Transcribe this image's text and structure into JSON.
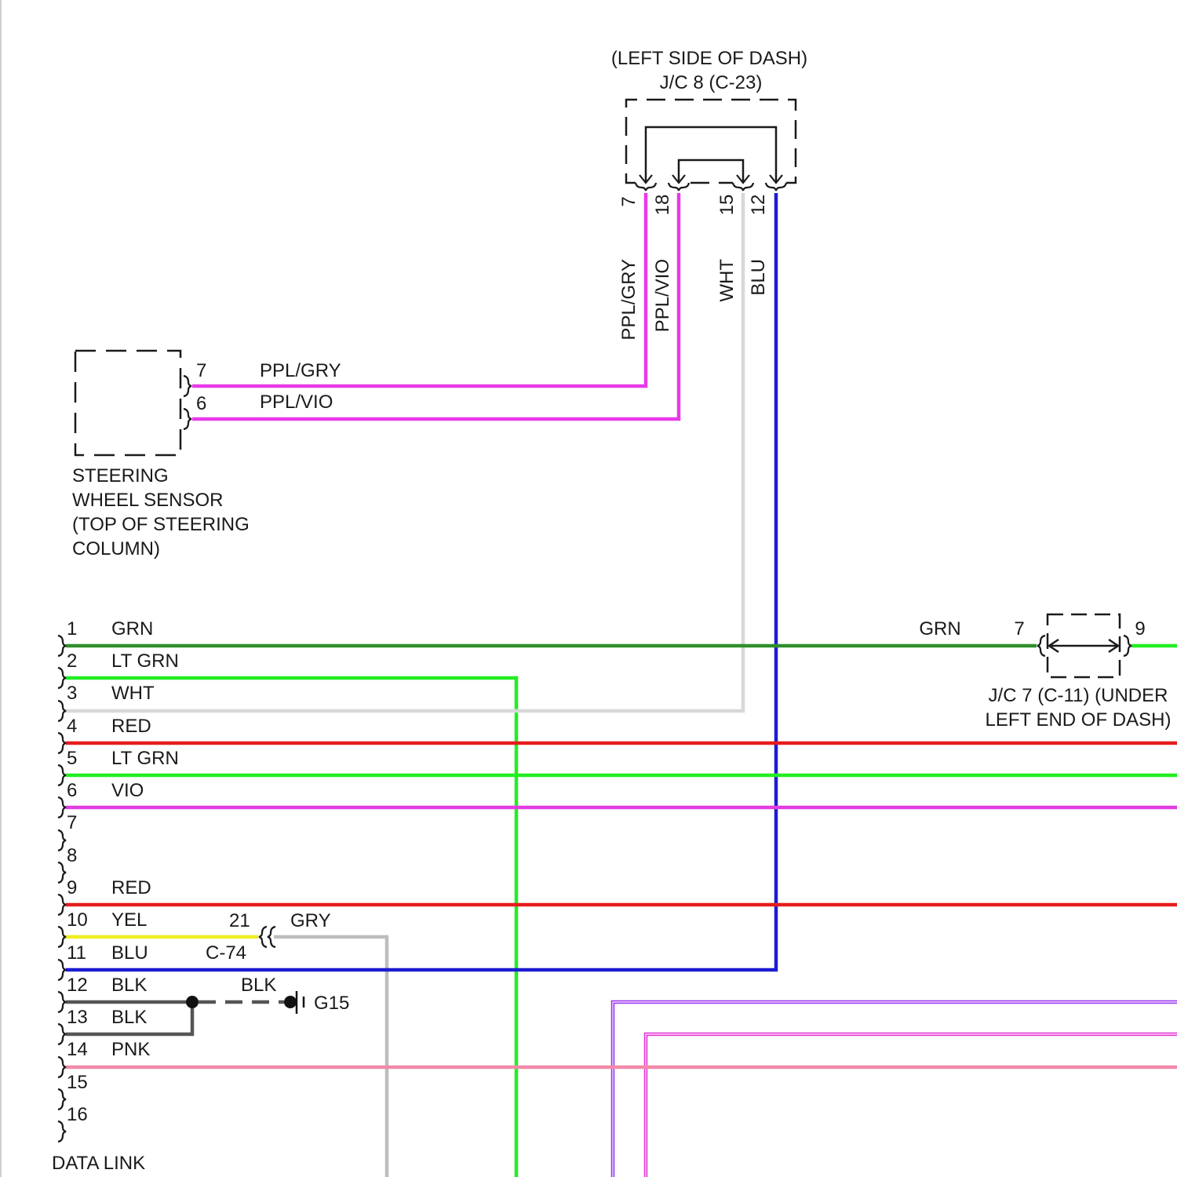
{
  "jc8": {
    "location": "(LEFT SIDE OF DASH)",
    "name": "J/C 8 (C-23)",
    "pins": [
      {
        "pin": "7",
        "wire": "PPL/GRY"
      },
      {
        "pin": "18",
        "wire": "PPL/VIO"
      },
      {
        "pin": "15",
        "wire": "WHT"
      },
      {
        "pin": "12",
        "wire": "BLU"
      }
    ]
  },
  "steering_wheel_sensor": {
    "pins": [
      {
        "pin": "7",
        "wire": "PPL/GRY"
      },
      {
        "pin": "6",
        "wire": "PPL/VIO"
      }
    ],
    "caption": [
      "STEERING",
      "WHEEL SENSOR",
      "(TOP OF STEERING",
      "COLUMN)"
    ]
  },
  "data_link": {
    "caption": "DATA LINK",
    "pins": [
      {
        "pin": "1",
        "wire": "GRN"
      },
      {
        "pin": "2",
        "wire": "LT GRN"
      },
      {
        "pin": "3",
        "wire": "WHT"
      },
      {
        "pin": "4",
        "wire": "RED"
      },
      {
        "pin": "5",
        "wire": "LT GRN"
      },
      {
        "pin": "6",
        "wire": "VIO"
      },
      {
        "pin": "7"
      },
      {
        "pin": "8"
      },
      {
        "pin": "9",
        "wire": "RED"
      },
      {
        "pin": "10",
        "wire": "YEL"
      },
      {
        "pin": "11",
        "wire": "BLU"
      },
      {
        "pin": "12",
        "wire": "BLK"
      },
      {
        "pin": "13",
        "wire": "BLK"
      },
      {
        "pin": "14",
        "wire": "PNK"
      },
      {
        "pin": "15"
      },
      {
        "pin": "16"
      }
    ]
  },
  "jc7": {
    "wire": "GRN",
    "pin_in": "7",
    "pin_out": "9",
    "caption": [
      "J/C 7 (C-11) (UNDER",
      "LEFT END OF DASH)"
    ]
  },
  "c74": {
    "pin": "21",
    "wire_out": "GRY",
    "name": "C-74"
  },
  "g15": {
    "wire": "BLK",
    "name": "G15"
  },
  "colors": {
    "grn": "#2f8f2a",
    "lt_grn": "#22ee22",
    "wht": "#d8d8d8",
    "red": "#e61c1c",
    "vio": "#e23ce2",
    "ppl": "#e83ae8",
    "blu": "#1c1cd2",
    "yel": "#eeee22",
    "gry": "#bdbdbd",
    "blk": "#555555",
    "pnk": "#f28aaa",
    "purple": "#9a34f0",
    "purple_core": "#efe0ff",
    "magenta": "#e236d4",
    "magenta_core": "#ffd6f6",
    "border": "#cfcfcf"
  }
}
